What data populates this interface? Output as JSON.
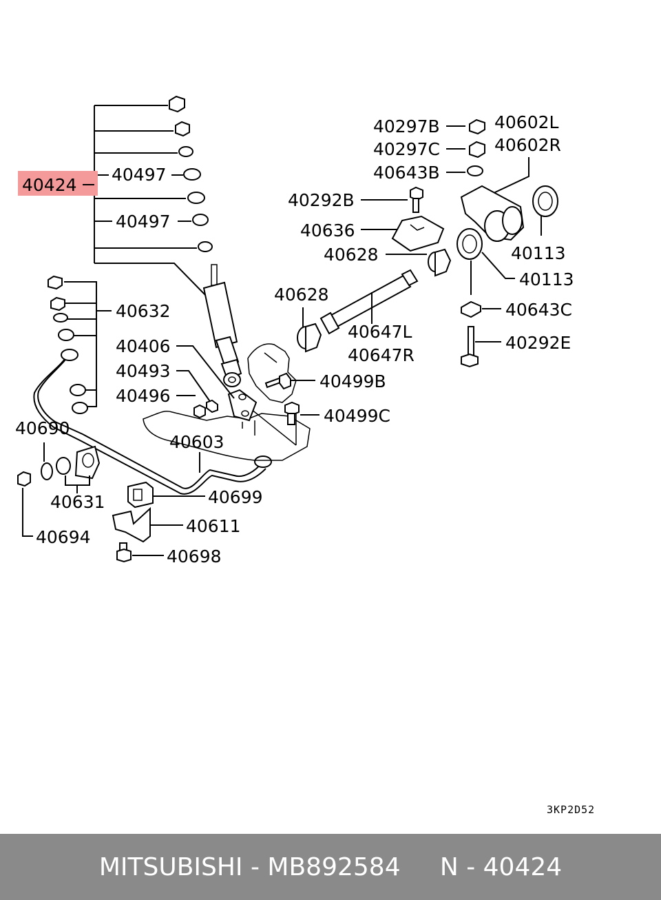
{
  "diagram": {
    "highlighted_part": "40424",
    "highlight_color": "#f49a9a",
    "drawing_code": "3KP2D52",
    "labels": {
      "p40297B": "40297B",
      "p40297C": "40297C",
      "p40643B": "40643B",
      "p40602L": "40602L",
      "p40602R": "40602R",
      "p40292B": "40292B",
      "p40636": "40636",
      "p40628a": "40628",
      "p40628b": "40628",
      "p40113a": "40113",
      "p40113b": "40113",
      "p40643C": "40643C",
      "p40647L": "40647L",
      "p40647R": "40647R",
      "p40292E": "40292E",
      "p40499B": "40499B",
      "p40499C": "40499C",
      "p40497a": "40497",
      "p40497b": "40497",
      "p40632": "40632",
      "p40406": "40406",
      "p40493": "40493",
      "p40496": "40496",
      "p40690": "40690",
      "p40603": "40603",
      "p40631": "40631",
      "p40694": "40694",
      "p40699": "40699",
      "p40611": "40611",
      "p40698": "40698"
    }
  },
  "footer": {
    "text": "MITSUBISHI - MB892584     N - 40424",
    "background": "#8a8a8a"
  }
}
